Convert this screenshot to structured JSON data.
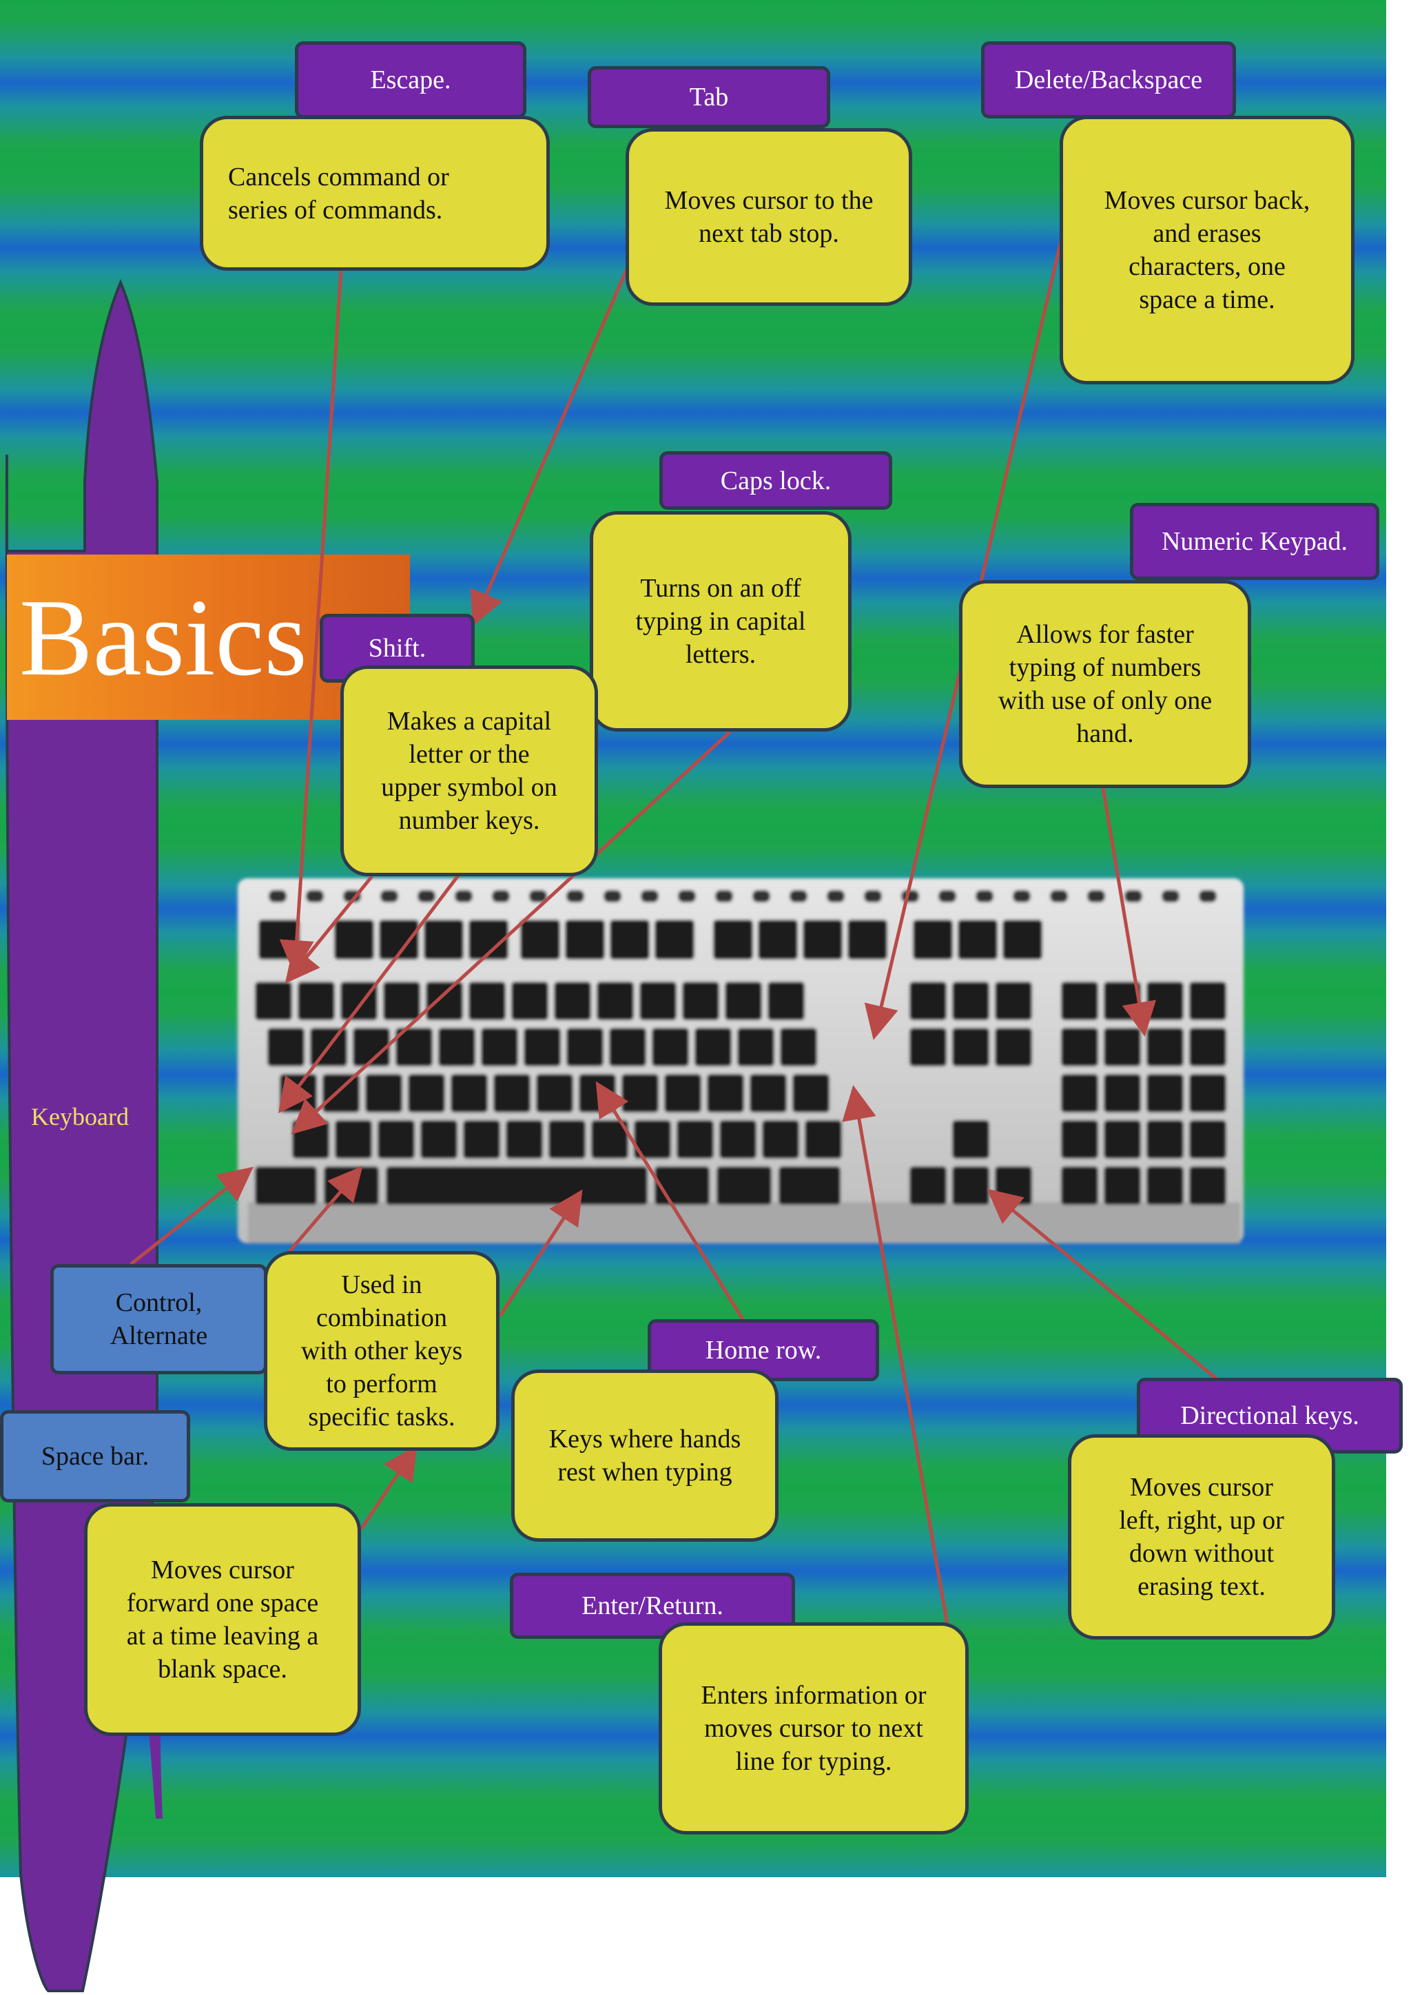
{
  "title": "Basics",
  "side_label": "Keyboard",
  "colors": {
    "note_fill": "#e0da3a",
    "tag_fill": "#7326a8",
    "blue_tag_fill": "#4f7fc4",
    "arrow": "#b84a48",
    "spine": "#6f2a9a",
    "title_bar": "#e8741d"
  },
  "labels": {
    "escape": "Escape.",
    "tab": "Tab",
    "delete": "Delete/Backspace",
    "caps": "Caps lock.",
    "numeric": "Numeric Keypad.",
    "shift": "Shift.",
    "control": "Control,\nAlternate",
    "space": "Space bar.",
    "home": "Home row.",
    "directional": "Directional keys.",
    "enter": "Enter/Return."
  },
  "descriptions": {
    "escape": "Cancels command or\nseries of commands.",
    "tab": "Moves cursor to the\nnext tab stop.",
    "delete": "Moves cursor back,\nand erases\ncharacters, one\nspace a time.",
    "caps": "Turns on an off\ntyping in capital\nletters.",
    "numeric": "Allows for faster\ntyping of numbers\nwith use of only one\nhand.",
    "shift": "Makes a capital\nletter or the\nupper symbol on\nnumber keys.",
    "control": "Used in\ncombination\nwith other keys\nto perform\nspecific tasks.",
    "space": "Moves cursor\nforward one space\nat a time leaving a\nblank space.",
    "home": "Keys where hands\nrest when typing",
    "directional": "Moves cursor\nleft, right, up or\ndown without\nerasing text.",
    "enter": "Enters information or\nmoves cursor to next\nline for typing."
  }
}
